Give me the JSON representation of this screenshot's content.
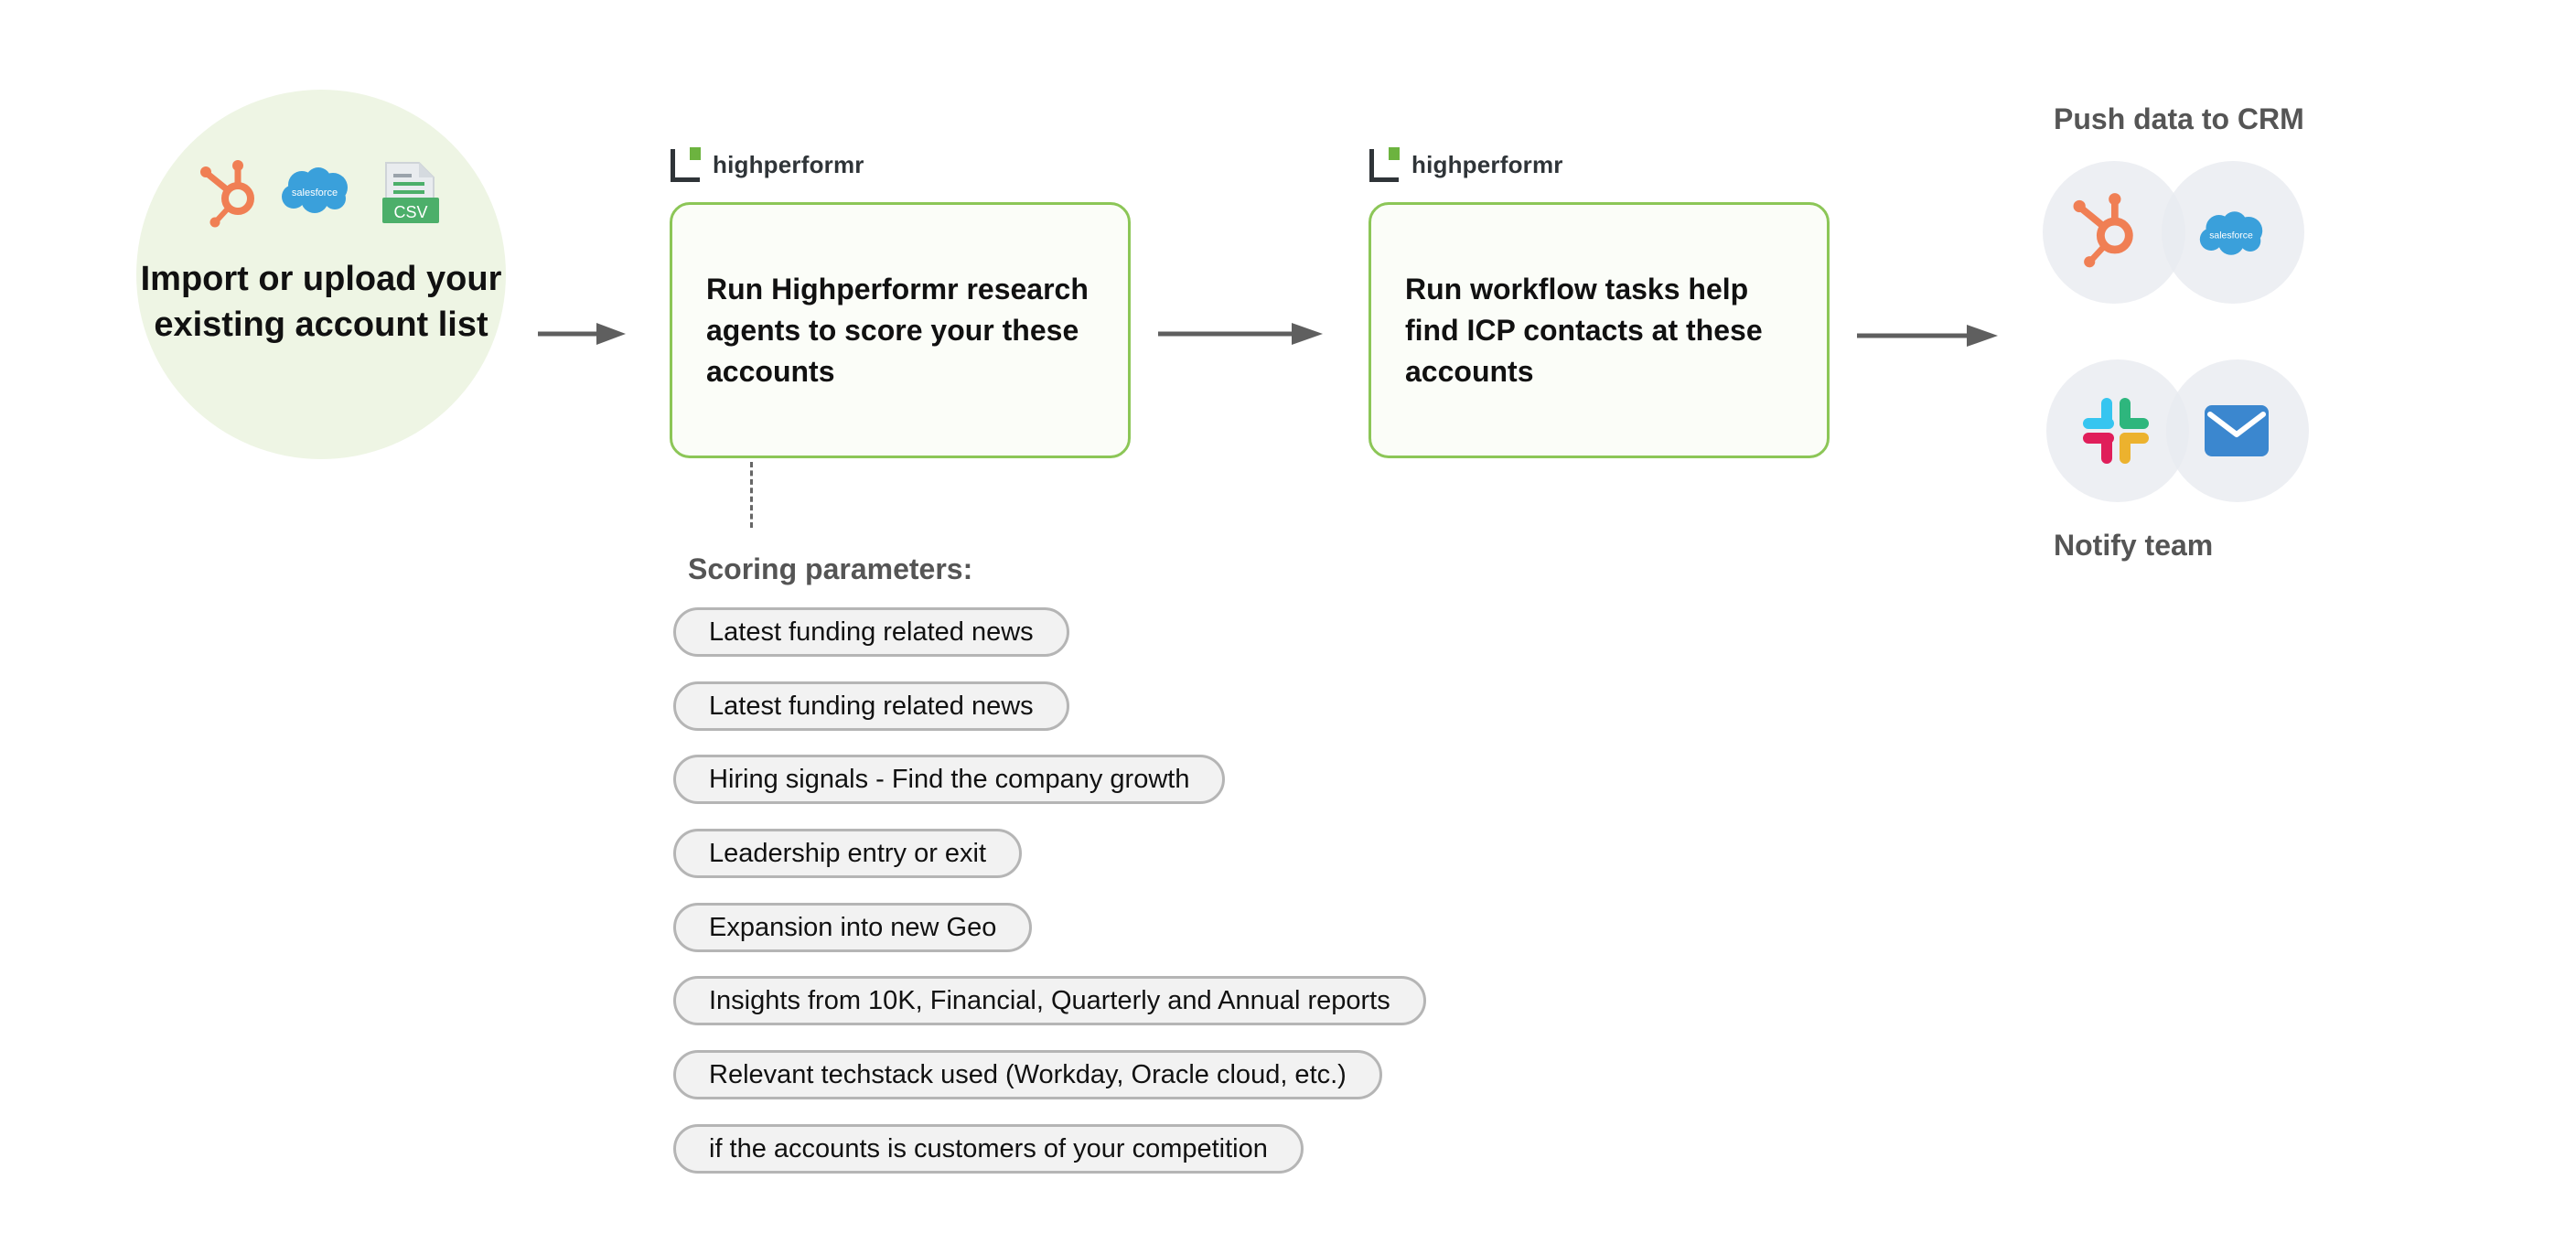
{
  "step_import": {
    "text": "Import or upload your existing account list",
    "source_icons": [
      "hubspot-icon",
      "salesforce-icon",
      "csv-file-icon"
    ],
    "salesforce_label": "salesforce",
    "csv_label": "CSV"
  },
  "brand": {
    "name": "highperformr"
  },
  "step_research": {
    "text": "Run Highperformr research agents to score your these accounts"
  },
  "step_workflow": {
    "text": "Run workflow tasks help find ICP contacts at these accounts"
  },
  "scoring": {
    "title": "Scoring parameters:",
    "params": [
      "Latest funding related news",
      "Latest funding related news",
      "Hiring signals - Find the company growth",
      "Leadership entry or exit",
      "Expansion into new Geo",
      "Insights from 10K, Financial, Quarterly and Annual reports",
      "Relevant techstack used (Workday, Oracle cloud, etc.)",
      "if the accounts is customers of your competition"
    ]
  },
  "crm": {
    "title": "Push data to CRM",
    "icons": [
      "hubspot-icon",
      "salesforce-icon"
    ],
    "salesforce_label": "salesforce"
  },
  "notify": {
    "title": "Notify team",
    "icons": [
      "slack-icon",
      "email-icon"
    ]
  },
  "colors": {
    "accent_green": "#8cc657",
    "circle_fill": "#eef5e4",
    "hubspot": "#f07f54",
    "salesforce": "#3aa0db",
    "csv": "#4caf6a",
    "email": "#3b87cf",
    "arrow": "#5f5f5f"
  }
}
